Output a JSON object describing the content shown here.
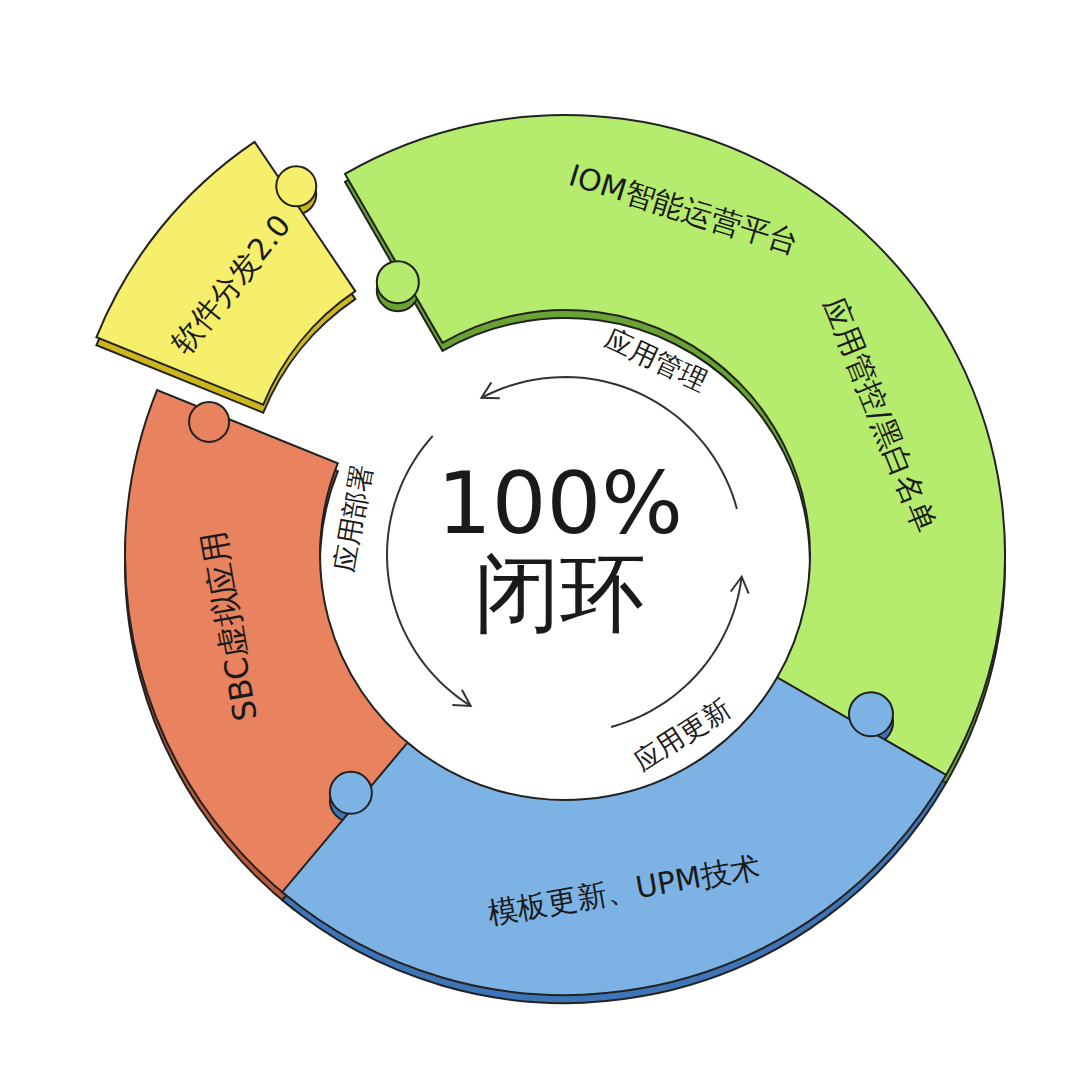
{
  "diagram": {
    "nodes": [
      {
        "text": [
          "软件分发2.0"
        ]
      },
      {
        "text": [
          "IOM智能运营平台",
          "应用管控/黑白名单"
        ]
      },
      {
        "text": [
          "SBC虚拟应用"
        ]
      },
      {
        "text": [
          "模板更新、UPM技术"
        ]
      }
    ],
    "labels": [
      "100% 闭环",
      "应用管理",
      "应用部署",
      "应用更新"
    ]
  }
}
